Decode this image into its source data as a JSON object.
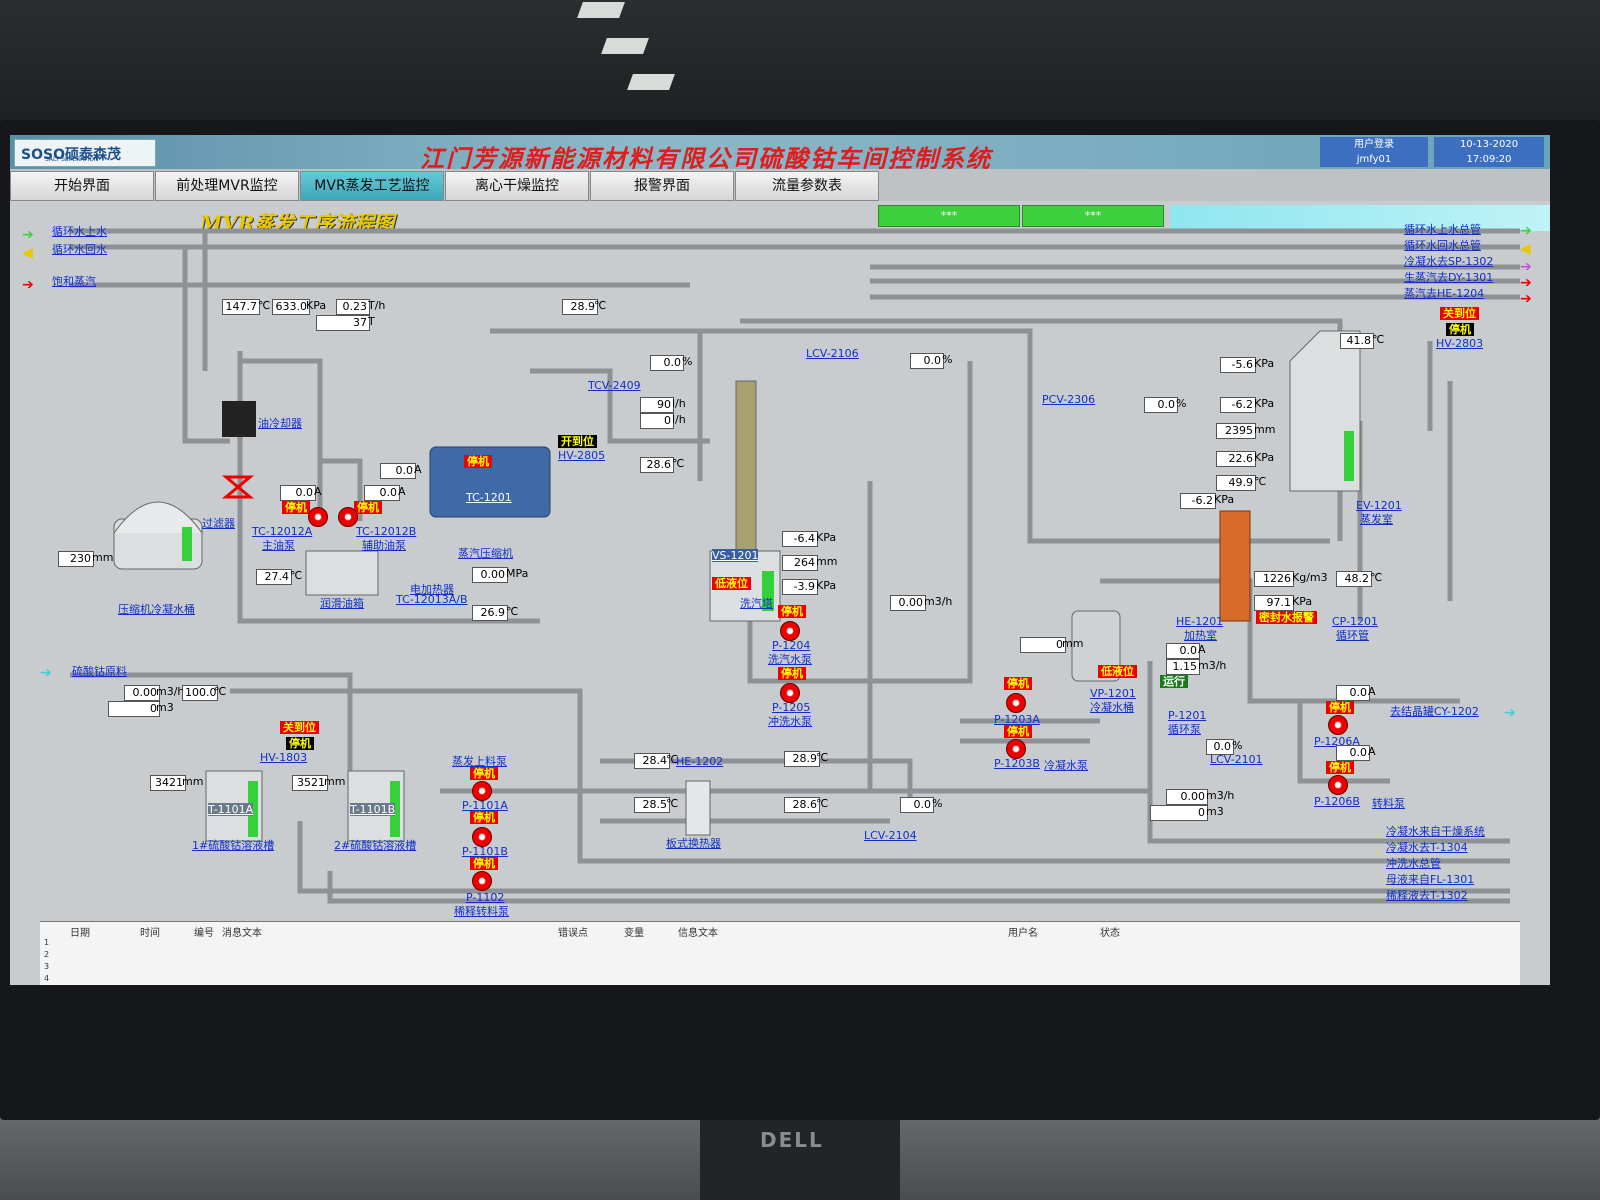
{
  "monitor_brand": "DELL",
  "app": {
    "logo_text": "SOSO硕泰森茂",
    "logo_sub": "SALT SEPERATION",
    "title": "江门芳源新能源材料有限公司硫酸钴车间控制系统",
    "user_label": "用户登录",
    "user_name": "jmfy01",
    "date": "10-13-2020",
    "time": "17:09:20"
  },
  "tabs": [
    {
      "label": "开始界面"
    },
    {
      "label": "前处理MVR监控"
    },
    {
      "label": "MVR蒸发工艺监控"
    },
    {
      "label": "离心干燥监控"
    },
    {
      "label": "报警界面"
    },
    {
      "label": "流量参数表"
    }
  ],
  "status_bars": [
    "***",
    "***"
  ],
  "diagram_title": "MVR蒸发工序流程图",
  "left_lines": {
    "cw_supply": "循环水上水",
    "cw_return": "循环水回水",
    "steam": "饱和蒸汽",
    "feed": "硫酸钴原料"
  },
  "right_lines": {
    "cw_main_supply": "循环水上水总管",
    "cw_main_return": "循环水回水总管",
    "cond_to": "冷凝水去SP-1302",
    "steam_to": "生蒸汽去DY-1301",
    "gas_to": "蒸汽去HE-1204",
    "to_crystal": "去结晶罐CY-1202",
    "cond_from_dry": "冷凝水来自干燥系统",
    "cond_to_t": "冷凝水去T-1304",
    "flush_main": "冲洗水总管",
    "mother_from": "母液来自FL-1301",
    "dilute_to": "稀释液去T-1302"
  },
  "steam_readings": {
    "temp": "147.7",
    "pressure": "633.0",
    "flow": "0.23",
    "total": "37",
    "temp_unit": "℃",
    "pressure_unit": "KPa",
    "flow_unit": "T/h",
    "total_unit": "T"
  },
  "t_top": "28.9",
  "equipment": {
    "oil_cooler": "油冷却器",
    "filter": "过滤器",
    "tc12012a": "TC-12012A",
    "tc12012a_desc": "主油泵",
    "tc12012b": "TC-12012B",
    "tc12012b_desc": "辅助油泵",
    "tank_cool": "压缩机冷凝水桶",
    "oil_tank": "润滑油箱",
    "heater": "电加热器",
    "heater_tag": "TC-12013A/B",
    "tc1201": "TC-1201",
    "compressor": "蒸汽压缩机",
    "tcv2409": "TCV-2409",
    "hv2805": "HV-2805",
    "lcv2106": "LCV-2106",
    "pcv2306": "PCV-2306",
    "vs1201": "VS-1201",
    "wash_tower": "洗汽塔",
    "p1204": "P-1204",
    "p1204_desc": "洗汽水泵",
    "p1205": "P-1205",
    "p1205_desc": "冲洗水泵",
    "hv2803": "HV-2803",
    "ev1201": "EV-1201",
    "ev1201_desc": "蒸发室",
    "he1201": "HE-1201",
    "he1201_desc": "加热室",
    "cp1201": "CP-1201",
    "cp1201_desc": "循环管",
    "vp1201": "VP-1201",
    "vp1201_desc": "冷凝水桶",
    "p1203a": "P-1203A",
    "p1203b": "P-1203B",
    "p1203_desc": "冷凝水泵",
    "p1201": "P-1201",
    "p1201_desc": "循环泵",
    "lcv2101": "LCV-2101",
    "p1206a": "P-1206A",
    "p1206b": "P-1206B",
    "p1206_desc": "转料泵",
    "hv1803": "HV-1803",
    "t1101a": "T-1101A",
    "t1101a_desc": "1#硫酸钴溶液槽",
    "t1101b": "T-1101B",
    "t1101b_desc": "2#硫酸钴溶液槽",
    "p1101a": "P-1101A",
    "p1101b": "P-1101B",
    "p1101_desc": "蒸发上料泵",
    "p1102": "P-1102",
    "p1102_desc": "稀释转料泵",
    "he1202": "HE-1202",
    "plate_hx": "板式换热器",
    "lcv2104": "LCV-2104"
  },
  "readings": {
    "tank_cool_level": "230",
    "oil_a_current": "0.0",
    "oil_b_current": "0.0",
    "comp_current": "0.0",
    "oil_temp": "27.4",
    "oil_pressure": "0.00",
    "oil_out_temp": "26.9",
    "tcv_pct": "0.0",
    "flow1": "90",
    "flow2": "0",
    "comp_out_temp": "28.6",
    "lcv2106_pct": "0.0",
    "pcv2306_pct": "0.0",
    "vs_p1": "-6.4",
    "vs_level": "264",
    "vs_p2": "-3.9",
    "wash_flow": "0.00",
    "ev_temp_top": "41.8",
    "ev_p1": "-5.6",
    "ev_p2": "-6.2",
    "ev_level": "2395",
    "ev_p3": "22.6",
    "ev_temp2": "49.9",
    "he_p": "-6.2",
    "density": "1226",
    "he_p2": "97.1",
    "cp_temp": "48.2",
    "vp_level": "0",
    "p1201_current": "0.0",
    "p1201_flow": "1.15",
    "lcv2101_pct": "0.0",
    "p1206a_current": "0.0",
    "p1206b_current": "0.0",
    "out_flow": "0.00",
    "out_total": "0",
    "feed_flow": "0.00",
    "feed_temp": "100.0",
    "feed_total": "0",
    "t1101a_level": "3421",
    "t1101b_level": "3521",
    "he1202_t1": "28.4",
    "he1202_t2": "28.5",
    "he1202_t3": "28.9",
    "he1202_t4": "28.6",
    "lcv2104_pct": "0.0"
  },
  "units": {
    "mm": "mm",
    "c": "℃",
    "a": "A",
    "mpa": "MPa",
    "kpa": "KPa",
    "lh": "l/h",
    "pct": "%",
    "m3h": "m3/h",
    "m3": "m3",
    "kgm3": "Kg/m3"
  },
  "status": {
    "stop": "停机",
    "open": "开到位",
    "closed": "关到位",
    "run": "运行",
    "low_level": "低液位",
    "seal_alarm": "密封水报警"
  },
  "alarm_table": {
    "headers": [
      "日期",
      "时间",
      "编号",
      "消息文本",
      "错误点",
      "变量",
      "信息文本",
      "用户名",
      "状态"
    ],
    "rows": [
      "1",
      "2",
      "3",
      "4"
    ]
  }
}
